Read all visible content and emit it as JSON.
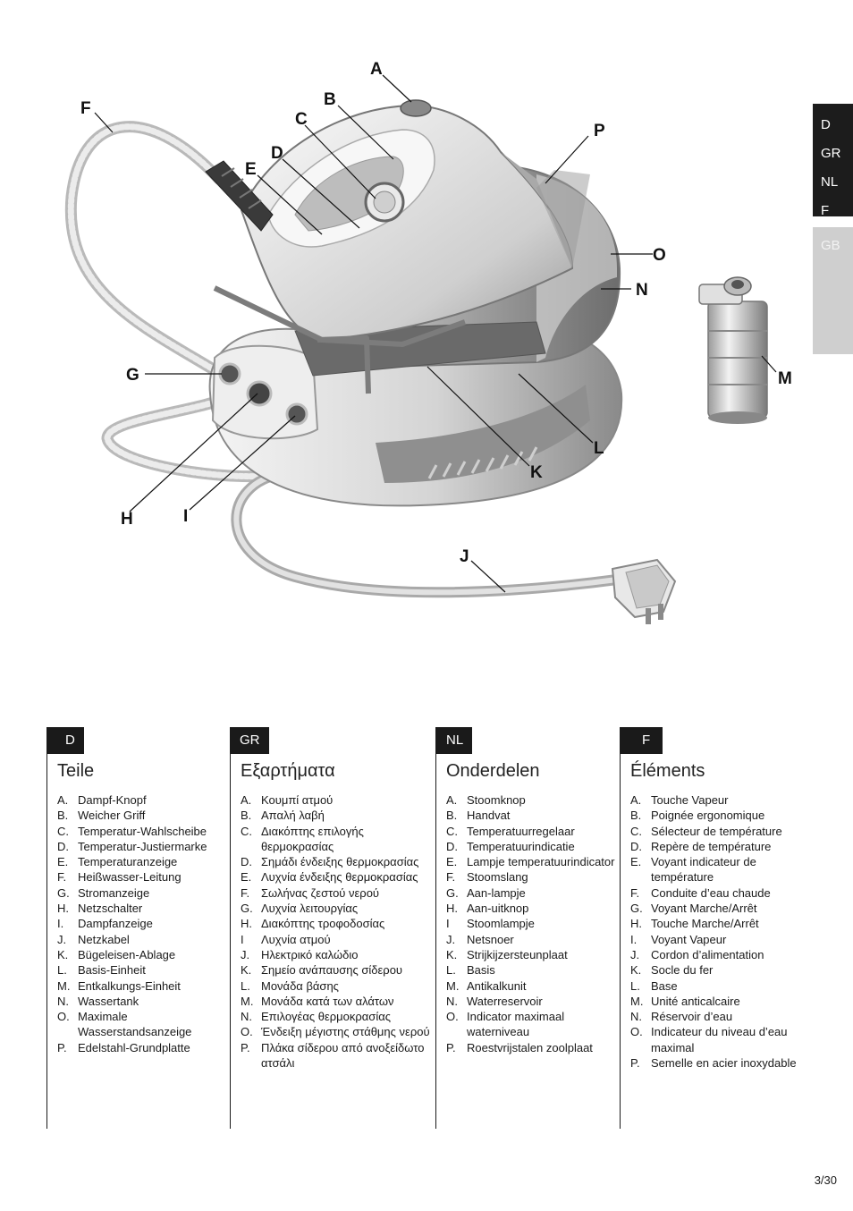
{
  "callouts": [
    "A",
    "B",
    "C",
    "D",
    "E",
    "F",
    "G",
    "H",
    "I",
    "J",
    "K",
    "L",
    "M",
    "N",
    "O",
    "P"
  ],
  "language_tabs": {
    "group": [
      "D",
      "GR",
      "NL",
      "F"
    ],
    "active": "GB"
  },
  "columns": [
    {
      "lang": "D",
      "title": "Teile",
      "items": [
        {
          "k": "A.",
          "v": "Dampf-Knopf"
        },
        {
          "k": "B.",
          "v": "Weicher Griff"
        },
        {
          "k": "C.",
          "v": "Temperatur-Wahlscheibe"
        },
        {
          "k": "D.",
          "v": "Temperatur-Justiermarke"
        },
        {
          "k": "E.",
          "v": "Temperaturanzeige"
        },
        {
          "k": "F.",
          "v": "Heißwasser-Leitung"
        },
        {
          "k": "G.",
          "v": "Stromanzeige"
        },
        {
          "k": "H.",
          "v": "Netzschalter"
        },
        {
          "k": "I.",
          "v": "Dampfanzeige"
        },
        {
          "k": "J.",
          "v": "Netzkabel"
        },
        {
          "k": "K.",
          "v": "Bügeleisen-Ablage"
        },
        {
          "k": "L.",
          "v": "Basis-Einheit"
        },
        {
          "k": "M.",
          "v": "Entkalkungs-Einheit"
        },
        {
          "k": "N.",
          "v": "Wassertank"
        },
        {
          "k": "O.",
          "v": "Maximale Wasserstandsanzeige"
        },
        {
          "k": "P.",
          "v": "Edelstahl-Grundplatte"
        }
      ]
    },
    {
      "lang": "GR",
      "title": "Εξαρτήματα",
      "items": [
        {
          "k": "A.",
          "v": "Κουμπί ατμού"
        },
        {
          "k": "B.",
          "v": "Απαλή λαβή"
        },
        {
          "k": "C.",
          "v": "Διακόπτης επιλογής θερμοκρασίας"
        },
        {
          "k": "D.",
          "v": "Σημάδι ένδειξης θερμοκρασίας"
        },
        {
          "k": "E.",
          "v": "Λυχνία ένδειξης θερμοκρασίας"
        },
        {
          "k": "F.",
          "v": "Σωλήνας ζεστού νερού"
        },
        {
          "k": "G.",
          "v": "Λυχνία λειτουργίας"
        },
        {
          "k": "H.",
          "v": "Διακόπτης τροφοδοσίας"
        },
        {
          "k": "I",
          "v": "Λυχνία ατμού"
        },
        {
          "k": "J.",
          "v": "Ηλεκτρικό καλώδιο"
        },
        {
          "k": "K.",
          "v": "Σημείο ανάπαυσης σίδερου"
        },
        {
          "k": "L.",
          "v": "Μονάδα βάσης"
        },
        {
          "k": "M.",
          "v": "Μονάδα κατά των αλάτων"
        },
        {
          "k": "N.",
          "v": "Επιλογέας θερμοκρασίας"
        },
        {
          "k": "O.",
          "v": "Ένδειξη μέγιστης στάθμης νερού"
        },
        {
          "k": "P.",
          "v": "Πλάκα σίδερου από ανοξείδωτο ατσάλι"
        }
      ]
    },
    {
      "lang": "NL",
      "title": "Onderdelen",
      "items": [
        {
          "k": "A.",
          "v": "Stoomknop"
        },
        {
          "k": "B.",
          "v": "Handvat"
        },
        {
          "k": "C.",
          "v": "Temperatuurregelaar"
        },
        {
          "k": "D.",
          "v": "Temperatuurindicatie"
        },
        {
          "k": "E.",
          "v": "Lampje temperatuurindicator"
        },
        {
          "k": "F.",
          "v": "Stoomslang"
        },
        {
          "k": "G.",
          "v": "Aan-lampje"
        },
        {
          "k": "H.",
          "v": "Aan-uitknop"
        },
        {
          "k": "I",
          "v": "Stoomlampje"
        },
        {
          "k": "J.",
          "v": "Netsnoer"
        },
        {
          "k": "K.",
          "v": "Strijkijzersteunplaat"
        },
        {
          "k": "L.",
          "v": "Basis"
        },
        {
          "k": "M.",
          "v": "Antikalkunit"
        },
        {
          "k": "N.",
          "v": "Waterreservoir"
        },
        {
          "k": "O.",
          "v": "Indicator maximaal waterniveau"
        },
        {
          "k": "P.",
          "v": "Roestvrijstalen zoolplaat"
        }
      ]
    },
    {
      "lang": "F",
      "title": "Éléments",
      "items": [
        {
          "k": "A.",
          "v": "Touche Vapeur"
        },
        {
          "k": "B.",
          "v": "Poignée ergonomique"
        },
        {
          "k": "C.",
          "v": "Sélecteur de température"
        },
        {
          "k": "D.",
          "v": "Repère de température"
        },
        {
          "k": "E.",
          "v": "Voyant indicateur de température"
        },
        {
          "k": "F.",
          "v": "Conduite d’eau chaude"
        },
        {
          "k": "G.",
          "v": "Voyant Marche/Arrêt"
        },
        {
          "k": "H.",
          "v": "Touche Marche/Arrêt"
        },
        {
          "k": "I.",
          "v": "Voyant Vapeur"
        },
        {
          "k": "J.",
          "v": "Cordon d’alimentation"
        },
        {
          "k": "K.",
          "v": "Socle du fer"
        },
        {
          "k": "L.",
          "v": "Base"
        },
        {
          "k": "M.",
          "v": "Unité anticalcaire"
        },
        {
          "k": "N.",
          "v": "Réservoir d’eau"
        },
        {
          "k": "O.",
          "v": "Indicateur du niveau d’eau maximal"
        },
        {
          "k": "P.",
          "v": "Semelle en acier inoxydable"
        }
      ]
    }
  ],
  "page_number": "3/30"
}
